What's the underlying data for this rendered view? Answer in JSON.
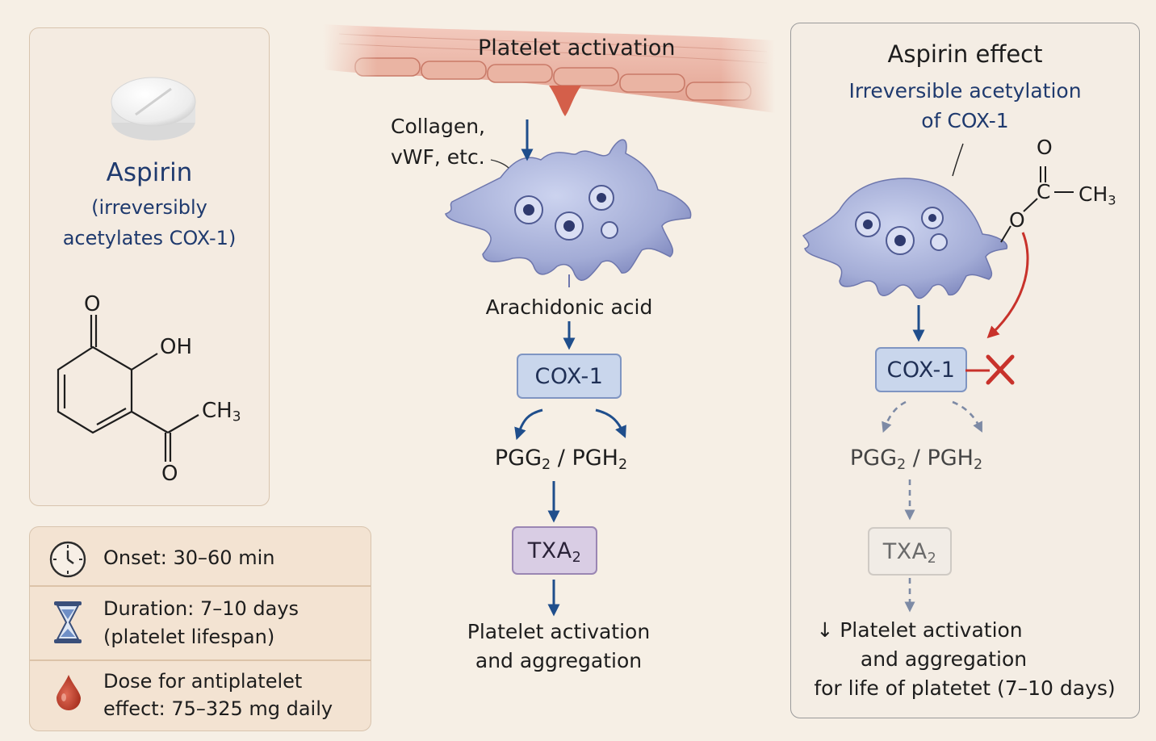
{
  "left_panel": {
    "drug_name": "Aspirin",
    "drug_desc_line1": "(irreversibly",
    "drug_desc_line2": "acetylates COX-1)",
    "structure_labels": {
      "o_top": "O",
      "oh": "OH",
      "ch3_base": "CH",
      "ch3_sub": "3",
      "o_bottom": "O"
    }
  },
  "info_panel": {
    "onset": "Onset: 30–60 min",
    "duration_line1": "Duration: 7–10 days",
    "duration_line2": "(platelet lifespan)",
    "dose_line1": "Dose for antiplatelet",
    "dose_line2": "effect: 75–325 mg daily",
    "icons": [
      "clock-icon",
      "hourglass-icon",
      "blood-drop-icon"
    ]
  },
  "center_pathway": {
    "title": "Platelet activation",
    "trigger_line1": "Collagen,",
    "trigger_line2": "vWF, etc.",
    "substrate": "Arachidonic acid",
    "enzyme": "COX-1",
    "intermediate_a": "PGG",
    "intermediate_b": "PGH",
    "intermediate_sub": "2",
    "intermediate_sep": "/",
    "product_base": "TXA",
    "product_sub": "2",
    "outcome_line1": "Platelet activation",
    "outcome_line2": "and aggregation"
  },
  "right_panel": {
    "title": "Aspirin effect",
    "subtitle_line1": "Irreversible acetylation",
    "subtitle_line2": "of COX-1",
    "acetyl_labels": {
      "o_top": "O",
      "c": "C",
      "ch3_base": "CH",
      "ch3_sub": "3",
      "o_link": "O"
    },
    "enzyme": "COX-1",
    "intermediate_a": "PGG",
    "intermediate_b": "PGH",
    "intermediate_sub": "2",
    "intermediate_sep": "/",
    "product_base": "TXA",
    "product_sub": "2",
    "outcome_arrow": "↓",
    "outcome_line1": "Platelet activation",
    "outcome_line2": "and aggregation",
    "outcome_line3": "for life of platetet (7–10 days)"
  },
  "colors": {
    "background": "#f6efe5",
    "panel_border": "#d8c4ae",
    "flow_arrow": "#1f4e8c",
    "inhibition_red": "#c8322b",
    "cox_box": "#c9d6ec",
    "txa_box": "#d9cde4",
    "platelet": "#a9b4dc",
    "tissue": "#e8a998"
  }
}
